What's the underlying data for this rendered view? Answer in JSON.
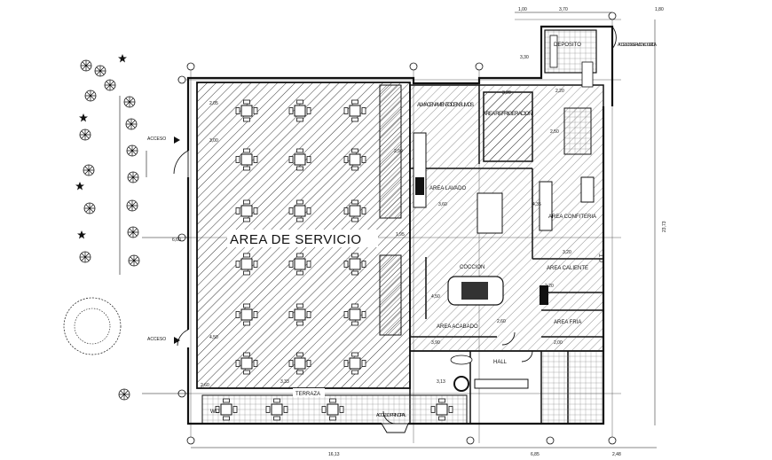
{
  "rooms": {
    "service_area": "AREA DE SERVICIO",
    "storage": "ALMACENAMIENTO DE INSUMOS",
    "refrigeration": "AREA REFRIGERACION",
    "depot": "DEPOSITO",
    "washing": "AREA LAVADO",
    "pastry": "AREA CONFITERIA",
    "kitchen": "COCCION",
    "hot": "AREA CALIENTE",
    "cold": "AREA FRIA",
    "finishing": "AREA ACABADO",
    "hall": "HALL",
    "terrace": "TERRAZA",
    "wc": "WC"
  },
  "accesses": {
    "top": "ACCESO",
    "bottom": "ACCESO",
    "main": "ACCESO PRINCIPAL",
    "service": "ACCESO DE SERVICIO Y LOGISTICA"
  },
  "side_label": "C.T.",
  "dimensions": {
    "bottom_left": "16,13",
    "bottom_mid": "6,85",
    "bottom_right": "2,48",
    "right_total": "23,73",
    "top_a": "1,00",
    "top_b": "3,70",
    "top_right": "1,80",
    "misc": [
      "2,05",
      "3,00",
      "2,90",
      "4,50",
      "3,90",
      "2,50",
      "3,20",
      "2,20",
      "4,50",
      "2,20",
      "3,13",
      "2,00",
      "3,20",
      "3,33",
      "6,60",
      "3,60",
      "2,60",
      "1,95",
      "4,35",
      "2,60",
      "3,30"
    ]
  }
}
